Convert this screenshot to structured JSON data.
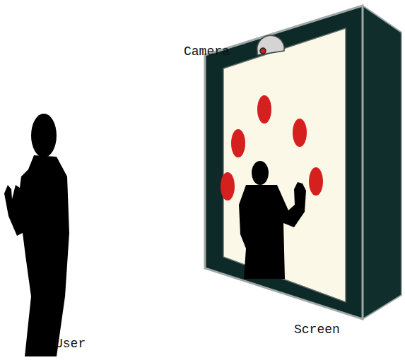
{
  "diagram": {
    "labels": [
      "Camera",
      "User",
      "Screen"
    ]
  }
}
